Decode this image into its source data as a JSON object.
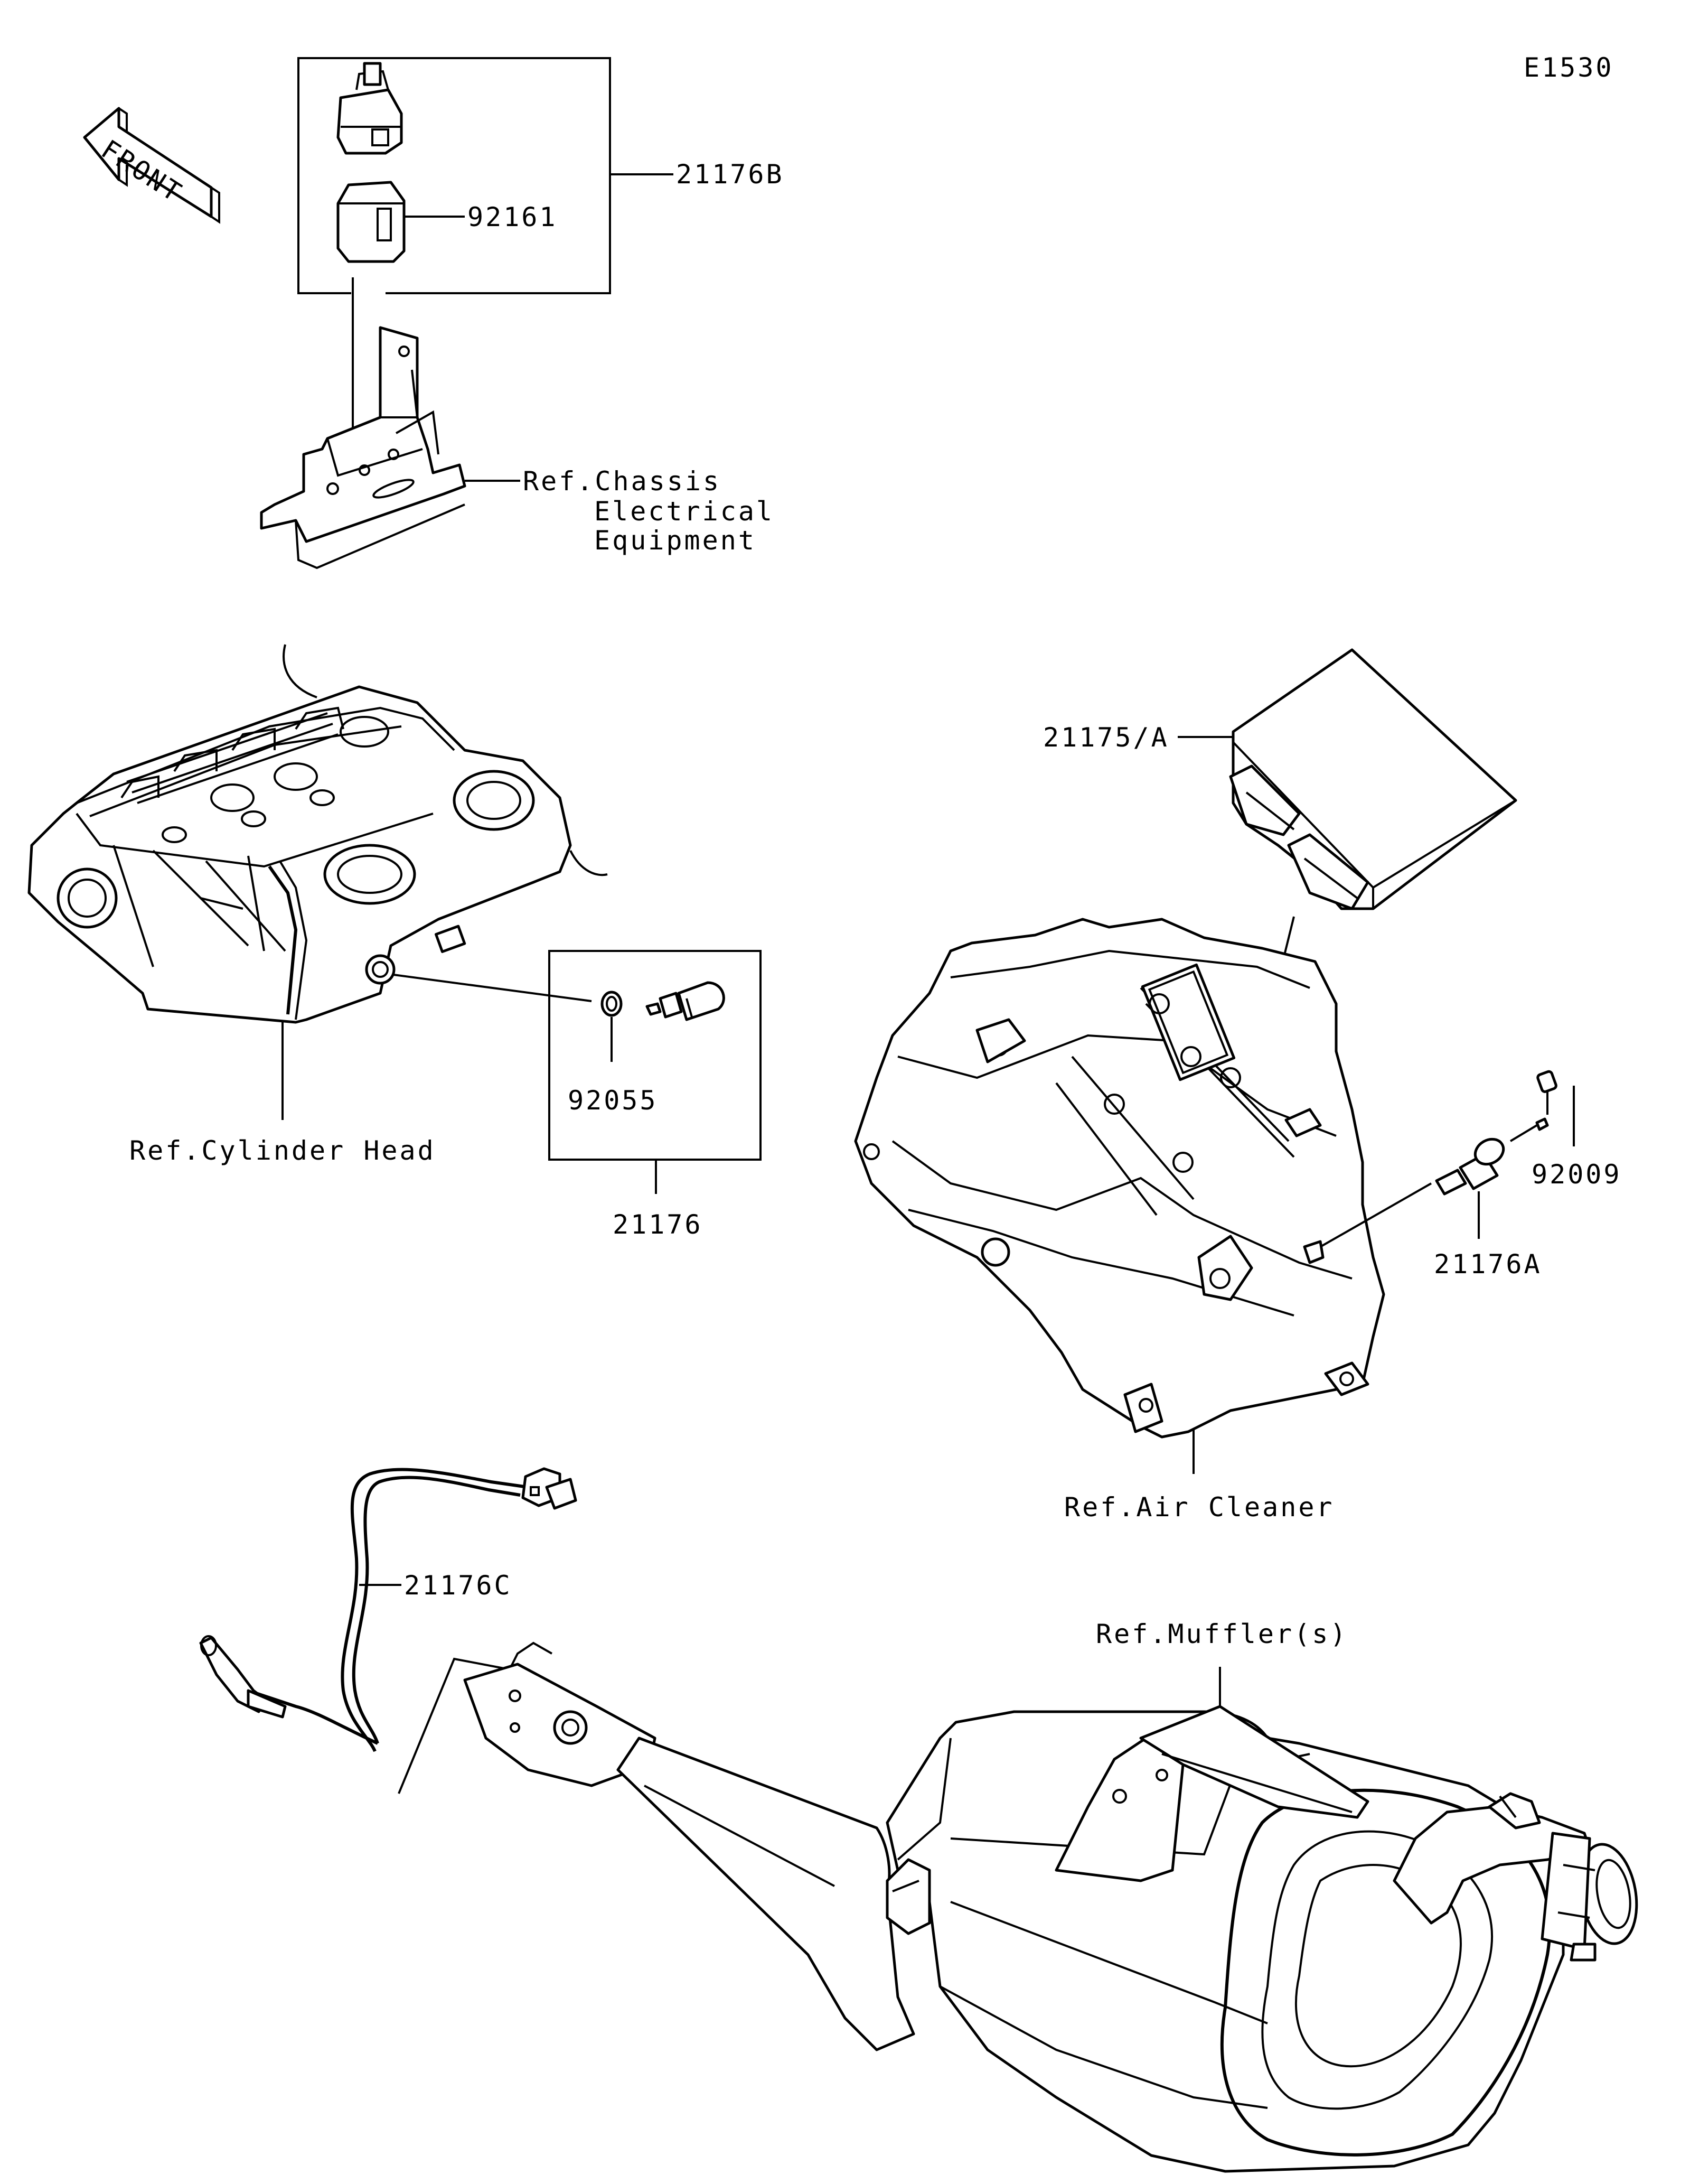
{
  "diagram_code": "E1530",
  "front_label": "FRONT",
  "labels": {
    "p21176B": "21176B",
    "p92161": "92161",
    "ref_chassis_1": "Ref.Chassis",
    "ref_chassis_2": "Electrical",
    "ref_chassis_3": "Equipment",
    "p21175A": "21175/A",
    "ref_cylinder_head": "Ref.Cylinder Head",
    "p92055": "92055",
    "p21176": "21176",
    "p92009": "92009",
    "p21176A": "21176A",
    "ref_air_cleaner": "Ref.Air Cleaner",
    "p21176C": "21176C",
    "ref_mufflers": "Ref.Muffler(s)"
  }
}
